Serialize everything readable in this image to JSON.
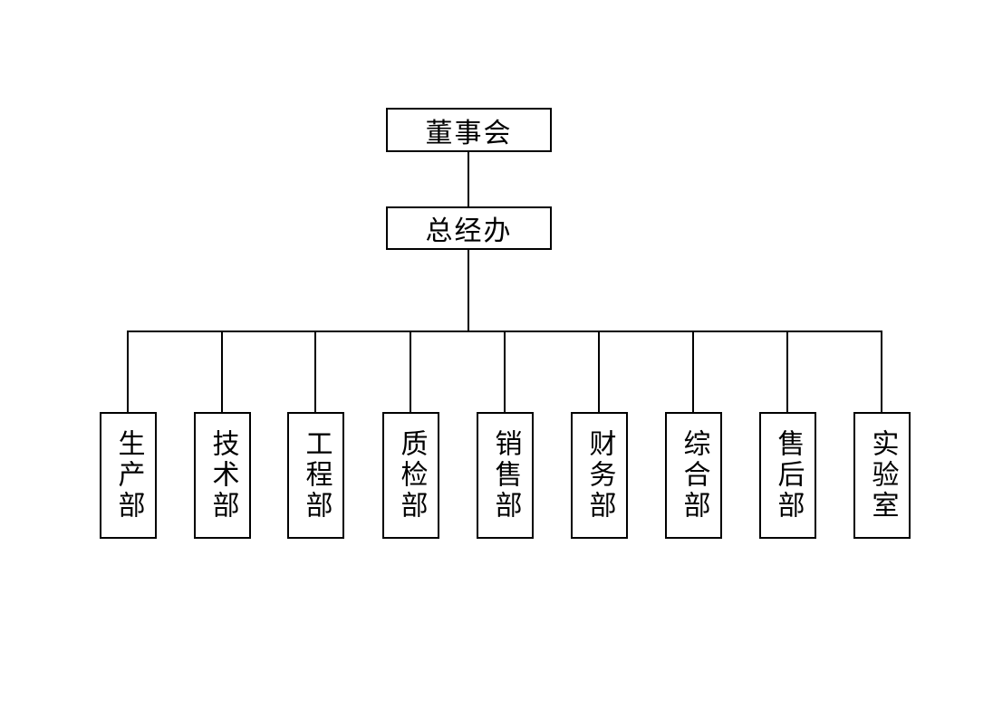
{
  "org_chart": {
    "root": {
      "label": "董事会"
    },
    "level2": {
      "label": "总经办"
    },
    "departments": [
      {
        "label": "生产部"
      },
      {
        "label": "技术部"
      },
      {
        "label": "工程部"
      },
      {
        "label": "质检部"
      },
      {
        "label": "销售部"
      },
      {
        "label": "财务部"
      },
      {
        "label": "综合部"
      },
      {
        "label": "售后部"
      },
      {
        "label": "实验室"
      }
    ]
  }
}
